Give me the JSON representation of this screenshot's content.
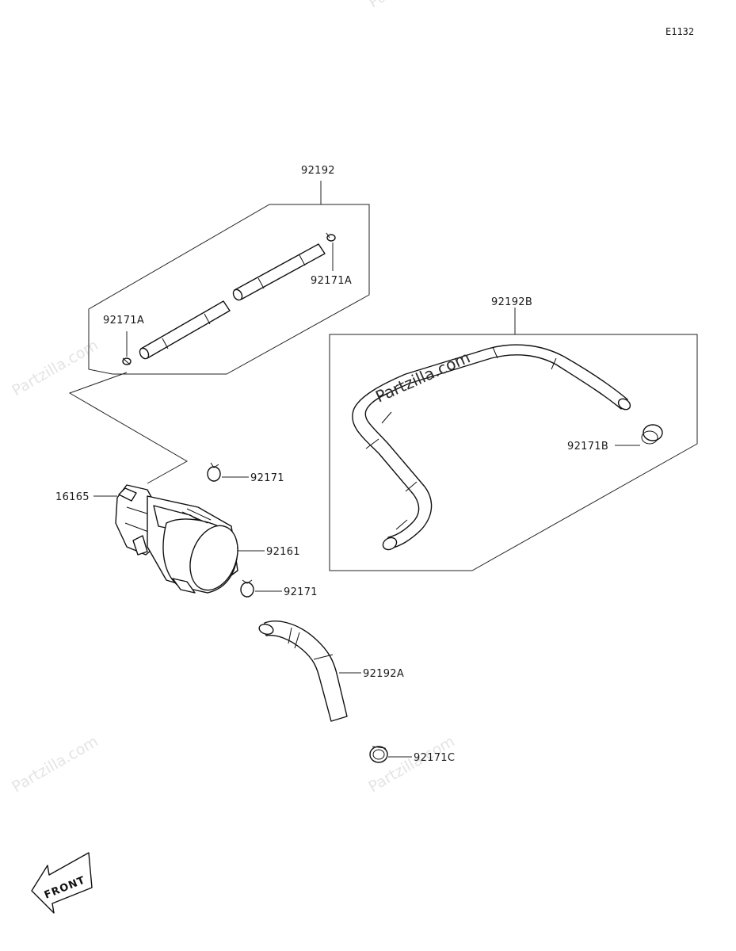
{
  "diagram_code": "E1132",
  "watermark_text": "Partzilla.com",
  "front_label": "FRONT",
  "callouts": {
    "hose_92192": "92192",
    "clip_92171A_top": "92171A",
    "clip_92171A_left": "92171A",
    "hose_92192B": "92192B",
    "clip_92171B": "92171B",
    "clip_92171_upper": "92171",
    "pump_16165": "16165",
    "filter_92161": "92161",
    "clip_92171_lower": "92171",
    "hose_92192A": "92192A",
    "clip_92171C": "92171C"
  }
}
